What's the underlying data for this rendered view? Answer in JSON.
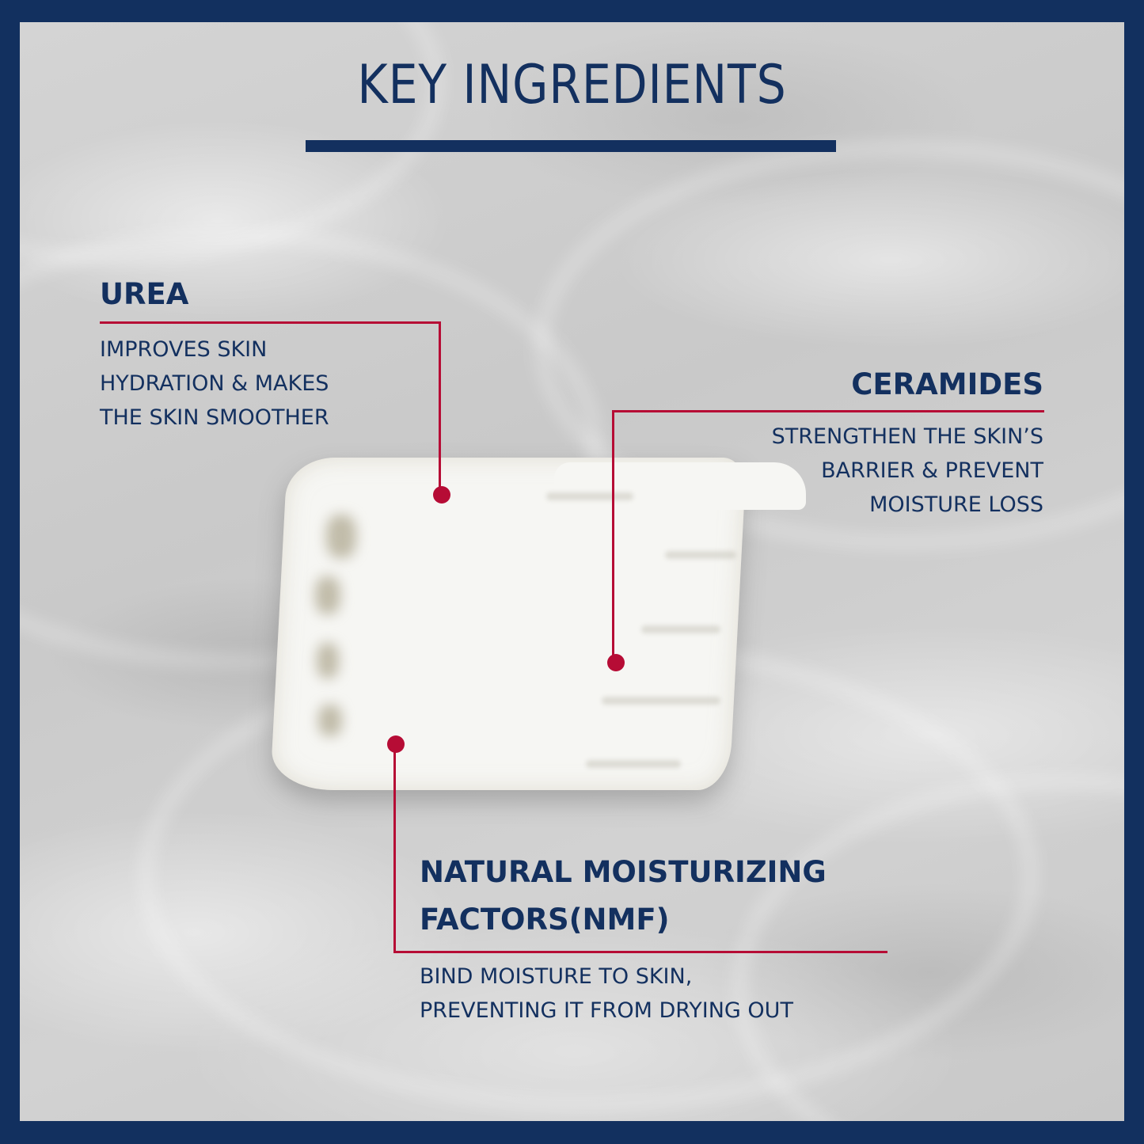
{
  "title": "KEY INGREDIENTS",
  "colors": {
    "navy": "#13305f",
    "accent_red": "#b60c35",
    "background_gray": "#cfcfcf",
    "cream_white": "#f6f6f3"
  },
  "ingredients": [
    {
      "name": "UREA",
      "description_lines": [
        "IMPROVES SKIN",
        "HYDRATION & MAKES",
        "THE SKIN SMOOTHER"
      ]
    },
    {
      "name": "CERAMIDES",
      "description_lines": [
        "STRENGTHEN THE SKIN’S",
        "BARRIER & PREVENT",
        "MOISTURE LOSS"
      ]
    },
    {
      "name_lines": [
        "NATURAL MOISTURIZING",
        "FACTORS(NMF)"
      ],
      "description_lines": [
        "BIND MOISTURE TO SKIN,",
        "PREVENTING IT FROM DRYING OUT"
      ]
    }
  ],
  "image": {
    "subject": "cream-swatch-on-water-ripple-background"
  }
}
